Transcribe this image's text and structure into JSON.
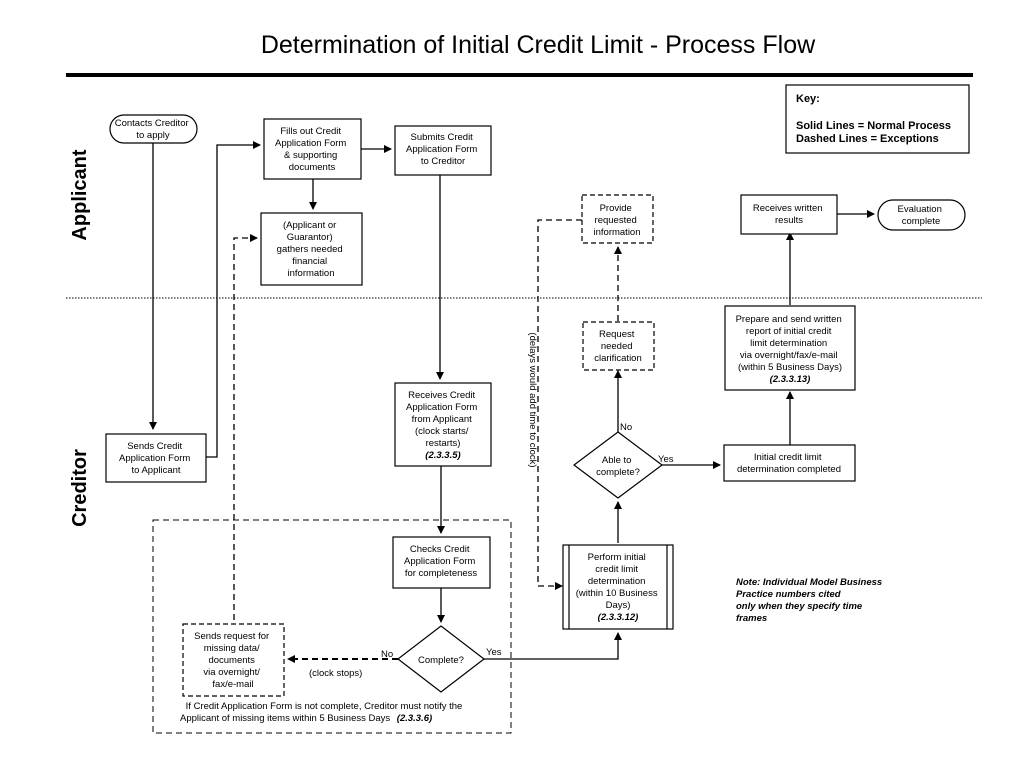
{
  "title": "Determination of  Initial Credit Limit - Process Flow",
  "lanes": {
    "applicant": "Applicant",
    "creditor": "Creditor"
  },
  "key": {
    "heading": "Key:",
    "solid": "Solid Lines = Normal Process",
    "dashed": "Dashed Lines = Exceptions"
  },
  "nodes": {
    "contacts_creditor": [
      "Contacts Creditor",
      "to apply"
    ],
    "fills_out": [
      "Fills out Credit",
      "Application Form",
      "& supporting",
      "documents"
    ],
    "submits": [
      "Submits Credit",
      "Application Form",
      "to Creditor"
    ],
    "gathers": [
      "(Applicant or",
      "Guarantor)",
      "gathers needed",
      "financial",
      "information"
    ],
    "provide_info": [
      "Provide",
      "requested",
      "information"
    ],
    "receives_results": [
      "Receives written",
      "results"
    ],
    "evaluation_complete": [
      "Evaluation",
      "complete"
    ],
    "request_clarification": [
      "Request",
      "needed",
      "clarification"
    ],
    "prepare_send": [
      "Prepare and send written",
      "report of initial credit",
      "limit determination",
      "via overnight/fax/e-mail",
      "(within 5 Business Days)"
    ],
    "prepare_send_ref": "(2.3.3.13)",
    "sends_form": [
      "Sends Credit",
      "Application Form",
      "to Applicant"
    ],
    "receives_form": [
      "Receives Credit",
      "Application Form",
      "from Applicant",
      "(clock starts/",
      "restarts)"
    ],
    "receives_form_ref": "(2.3.3.5)",
    "able_complete": [
      "Able to",
      "complete?"
    ],
    "determination_completed": [
      "Initial credit limit",
      "determination completed"
    ],
    "checks_form": [
      "Checks Credit",
      "Application Form",
      "for completeness"
    ],
    "perform": [
      "Perform initial",
      "credit limit",
      "determination",
      "(within 10 Business",
      "Days)"
    ],
    "perform_ref": "(2.3.3.12)",
    "sends_request": [
      "Sends request for",
      "missing data/",
      "documents",
      "via overnight/",
      "fax/e-mail"
    ],
    "complete_decision": "Complete?"
  },
  "labels": {
    "no_able": "No",
    "yes_able": "Yes",
    "no_complete": "No",
    "yes_complete": "Yes",
    "clock_stops": "(clock stops)",
    "delays": "(delays would add time to clock)"
  },
  "footnote": {
    "line1": "If Credit Application Form is not complete, Creditor must notify the",
    "line2": "Applicant of missing items within 5 Business Days",
    "line2_ref": "(2.3.3.6)"
  },
  "note": [
    "Note: Individual Model Business",
    "Practice numbers cited",
    "only when  they specify time",
    "frames"
  ]
}
